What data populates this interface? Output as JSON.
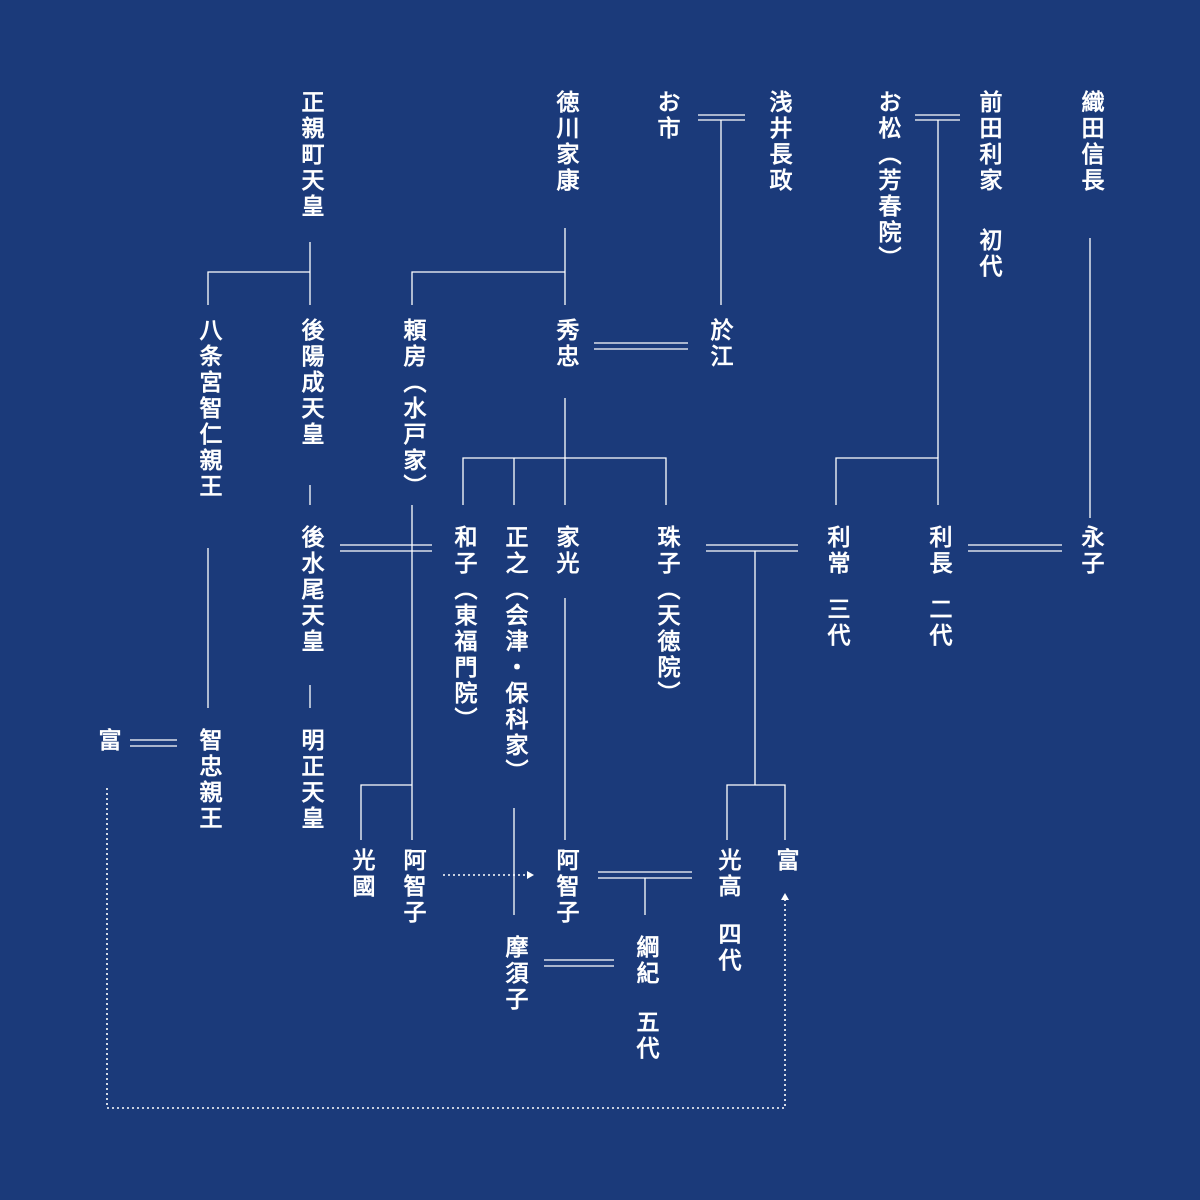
{
  "colors": {
    "background": "#1b3a7a",
    "line": "#ffffff",
    "text": "#ffffff"
  },
  "persons": {
    "oda_nobunaga": "織田信長",
    "maeda_toshiie": "前田利家",
    "maeda_toshiie_gen": "初代",
    "omatsu": "お松（芳春院）",
    "azai_nagamasa": "浅井長政",
    "oichi": "お市",
    "tokugawa_ieyasu": "徳川家康",
    "ogimachi": "正親町天皇",
    "eiko": "永子",
    "toshinaga": "利長",
    "toshinaga_gen": "二代",
    "toshitsune": "利常",
    "toshitsune_gen": "三代",
    "go": "於江",
    "hidetada": "秀忠",
    "yorifusa": "頼房（水戸家）",
    "goyozei": "後陽成天皇",
    "hachijo": "八条宮智仁親王",
    "tamako": "珠子（天徳院）",
    "iemitsu": "家光",
    "masayuki": "正之（会津・保科家）",
    "kazuko": "和子（東福門院）",
    "gomizunoo": "後水尾天皇",
    "meisho": "明正天皇",
    "toshitada": "智忠親王",
    "tomi_left": "富",
    "tomi_right": "富",
    "mitsutaka": "光高",
    "mitsutaka_gen": "四代",
    "achiko_center": "阿智子",
    "achiko_mito": "阿智子",
    "mitsukuni": "光國",
    "tsunanori": "綱紀",
    "tsunanori_gen": "五代",
    "masuko": "摩須子"
  }
}
